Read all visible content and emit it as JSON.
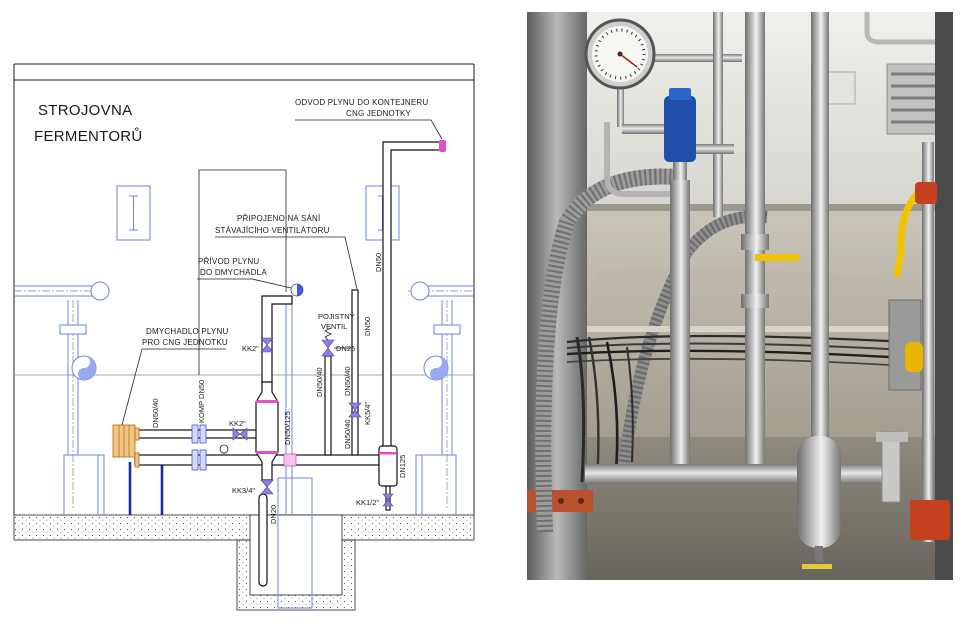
{
  "drawing": {
    "title_line1": "STROJOVNA",
    "title_line2": "FERMENTORŮ",
    "labels": {
      "gas_outlet_line1": "ODVOD PLYNU DO KONTEJNERU",
      "gas_outlet_line2": "CNG JEDNOTKY",
      "connected_line1": "PŘIPOJENO NA SÁNÍ",
      "connected_line2": "STÁVAJÍCÍHO VENTILÁTORU",
      "gas_inlet_line1": "PŘÍVOD PLYNU",
      "gas_inlet_line2": "DO DMYCHADLA",
      "blower_line1": "DMYCHADLO PLYNU",
      "blower_line2": "PRO CNG JEDNOTKU",
      "relief_line1": "POJISTNÝ",
      "relief_line2": "VENTIL"
    },
    "dimensions": {
      "dn50_outlet": "DN50",
      "dn50_relief": "DN50",
      "dn25": "DN25",
      "dn50_40_left": "DN50/40",
      "dn50_40_mid": "DN50/40",
      "dn50_40_low": "DN50/40",
      "dn50_40_blower": "DN50/40",
      "komp_dn50": "KOMP DN50",
      "dn50_125": "DN50/125",
      "dn20": "DN20",
      "dn125": "DN125",
      "kk2_upper": "KK2\"",
      "kk2_lower": "KK2\"",
      "kk3_4": "KK3/4\"",
      "kk1_2": "KK1/2\"",
      "kk5_4": "KK5/4\""
    }
  },
  "colors": {
    "pipe_stroke": "#111111",
    "accent_pink": "#e04fc7",
    "blue_line": "#6f83e6",
    "valve": "#8f80e0",
    "blower": "#f3c583",
    "dark_blue": "#1b2c9e",
    "gauge_valve_blue": "#1f4fa8",
    "handle_yellow": "#f2c300",
    "flange_red": "#b9512e"
  }
}
